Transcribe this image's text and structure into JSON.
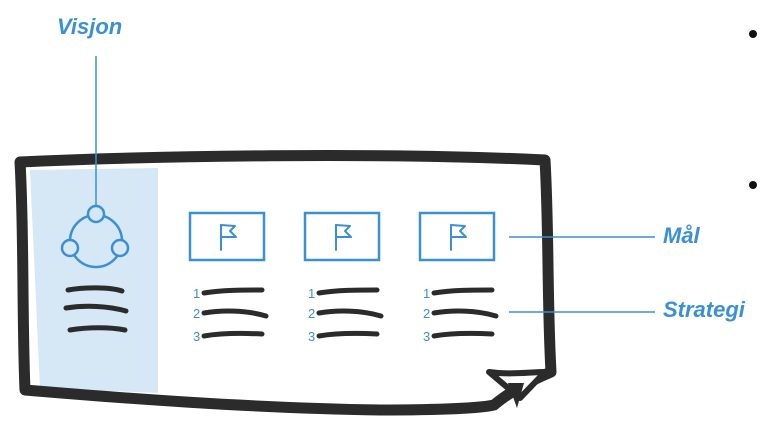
{
  "labels": {
    "vision": "Visjon",
    "goal": "Mål",
    "strategy": "Strategi"
  },
  "columns": [
    {
      "icon": "flag-icon",
      "steps": [
        "1",
        "2",
        "3"
      ]
    },
    {
      "icon": "flag-icon",
      "steps": [
        "1",
        "2",
        "3"
      ]
    },
    {
      "icon": "flag-icon",
      "steps": [
        "1",
        "2",
        "3"
      ]
    }
  ],
  "sidebar": {
    "icon": "vision-network-icon",
    "lines": 3
  },
  "colors": {
    "accent": "#3b8fd4",
    "sidebar_fill": "#d6e7f5",
    "ink": "#2b2b2b"
  }
}
